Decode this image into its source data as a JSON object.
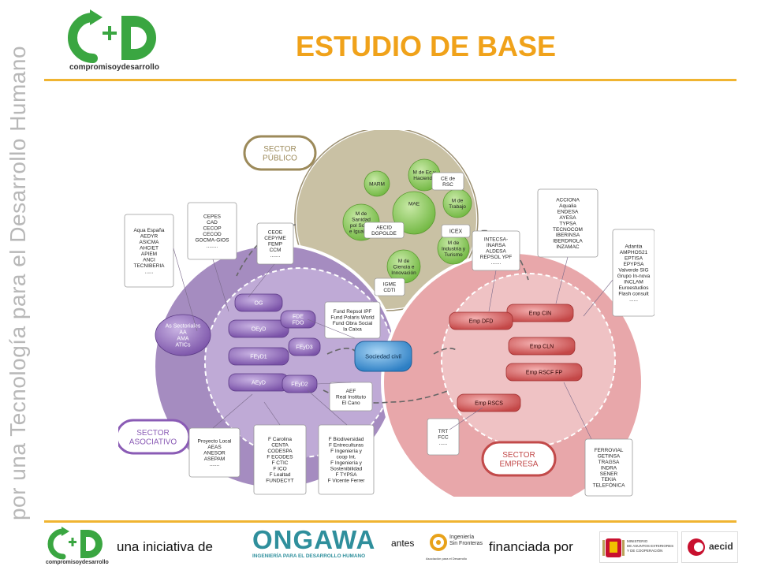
{
  "header": {
    "title": "ESTUDIO DE BASE",
    "logo_text": "compromisoydesarrollo",
    "vertical_tagline": "por una Tecnología para el Desarrollo Humano"
  },
  "colors": {
    "accent": "#f0a21a",
    "rule": "#f0b431",
    "green": "#3aa641",
    "public": "#c9c1a4",
    "associative": "#a58cc0",
    "business": "#e8a7aa"
  },
  "diagram": {
    "public": {
      "label": "SECTOR\nPÚBLICO",
      "nodes": [
        "MARM",
        "M de Ec y\nHacienda",
        "M de\nTrabajo",
        "M de\nSanidad\npol Social\ne Igualdad",
        "MAE",
        "M de\nIndustria y\nTurismo",
        "M de\nCiencia e\nInnovación"
      ],
      "mae_box": "AECID\nDGPOLDE",
      "ce_rsc": "CE de\nRSC",
      "icex": "ICEX",
      "igme": "IGME\nCDTI"
    },
    "associative": {
      "label": "SECTOR\nASOCIATIVO",
      "nodes": [
        "OG",
        "OEyD",
        "FEyD1",
        "AEyD",
        "FDE\nFDO",
        "FEyD3",
        "FEyD2"
      ],
      "sectorial": "As Sectoriales\nAA\nAMA\nATICs"
    },
    "business": {
      "label": "SECTOR\nEMPRESA",
      "nodes": [
        "Emp CIN",
        "Emp DFD",
        "Emp CLN",
        "Emp RSCF FP",
        "Emp RSCS"
      ]
    },
    "civil": "Sociedad civil",
    "boxes": {
      "aqua": "Aqua España\nAEDYR\nASICMA\nAHCIET\nAPIEM\nANCI\nTECNIBERIA\n......",
      "cepes": "CEPES\nCAD\nCECOP\nCECOD\nGOCMA-GIOS\n........",
      "ceoe": "CEOE\nCEPYME\nFEMP\nCCM\n.......",
      "fund": "Fund Repsol IPF\nFund Polaris World\nFund Obra Social\nla Caixa",
      "aef": "AEF\nReal Instituto\nEl Cano",
      "proyecto": "Proyecto Local\nAEAS\nANESOR\nASEPAM\n.......",
      "carolina": "F Carolina\nCENTA\nCODESPA\nF ECODES\nF CTIC\nF ICO\nF Lealtad\nFUNDECYT",
      "biodiv": "F Biodiversidad\nF Entreculturas\nF Ingeniería y\ncoop Int.\nF Ingeniería y\nSostenibilidad\nF TYPSA\nF Vicente Ferrer",
      "intecsa": "INTECSA-\nINARSA\nALDESA\nREPSOL YPF\n.......",
      "acciona": "ACCIONA\nAqualia\nENDESA\nAYESA\nTYPSA\nTECNOCOM\nIBERINSA\nIBERDROLA\nINZAMAC",
      "adantia": "Adantia\nAMPHOS21\nEPTISA\nEPYPSA\nValverde SIG\nGrupo In-nova\nINCLAM\nEuroestudios\nFlash consult\n......",
      "trt": "TRT\nFCC\n......",
      "ferrovial": "FERROVIAL\nGETINSA\nTRAGSA\nINDRA\nSENER\nTEKIA\nTELEFÓNICA"
    }
  },
  "footer": {
    "iniciativa": "una iniciativa de",
    "ongawa": "ONGAWA",
    "ongawa_sub": "INGENIERÍA PARA EL DESARROLLO HUMANO",
    "antes": "antes",
    "isf": "Ingeniería\nSin Fronteras",
    "isf_sub": "Asociación para el Desarrollo",
    "financiada": "financiada por",
    "ministerio": "MINISTERIO\nDE ASUNTOS EXTERIORES\nY DE COOPERACIÓN",
    "aecid": "aecid"
  }
}
